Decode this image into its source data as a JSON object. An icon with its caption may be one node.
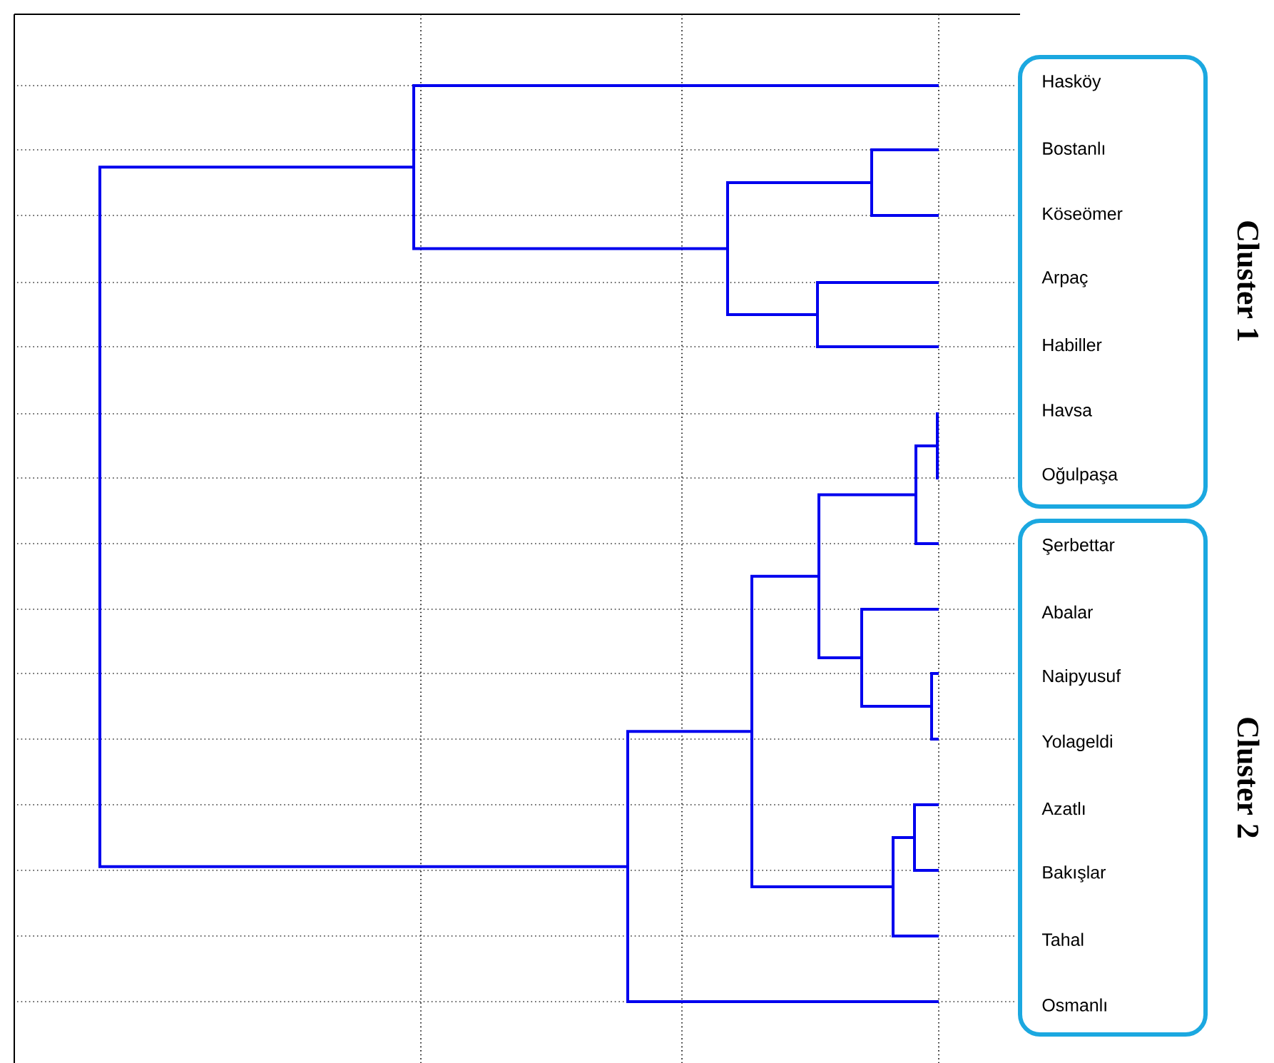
{
  "diagram": {
    "nodes": [
      {
        "text": [
          "Cluster 1"
        ]
      },
      {
        "text": [
          "Hasköy"
        ],
        "in": 0
      },
      {
        "text": [
          "Bostanlı"
        ],
        "in": 0
      },
      {
        "text": [
          "Köseömer"
        ],
        "in": 0
      },
      {
        "text": [
          "Arpaç"
        ],
        "in": 0
      },
      {
        "text": [
          "Habiller"
        ],
        "in": 0
      },
      {
        "text": [
          "Havsa"
        ],
        "in": 0
      },
      {
        "text": [
          "Oğulpaşa"
        ],
        "in": 0
      },
      {
        "text": [
          "Cluster 2"
        ]
      },
      {
        "text": [
          "Şerbettar"
        ],
        "in": 8
      },
      {
        "text": [
          "Abalar"
        ],
        "in": 8
      },
      {
        "text": [
          "Naipyusuf"
        ],
        "in": 8
      },
      {
        "text": [
          "Yolageldi"
        ],
        "in": 8
      },
      {
        "text": [
          "Azatlı"
        ],
        "in": 8
      },
      {
        "text": [
          "Bakışlar"
        ],
        "in": 8
      },
      {
        "text": [
          "Tahal"
        ],
        "in": 8
      },
      {
        "text": [
          "Osmanlı"
        ],
        "in": 8
      }
    ]
  }
}
